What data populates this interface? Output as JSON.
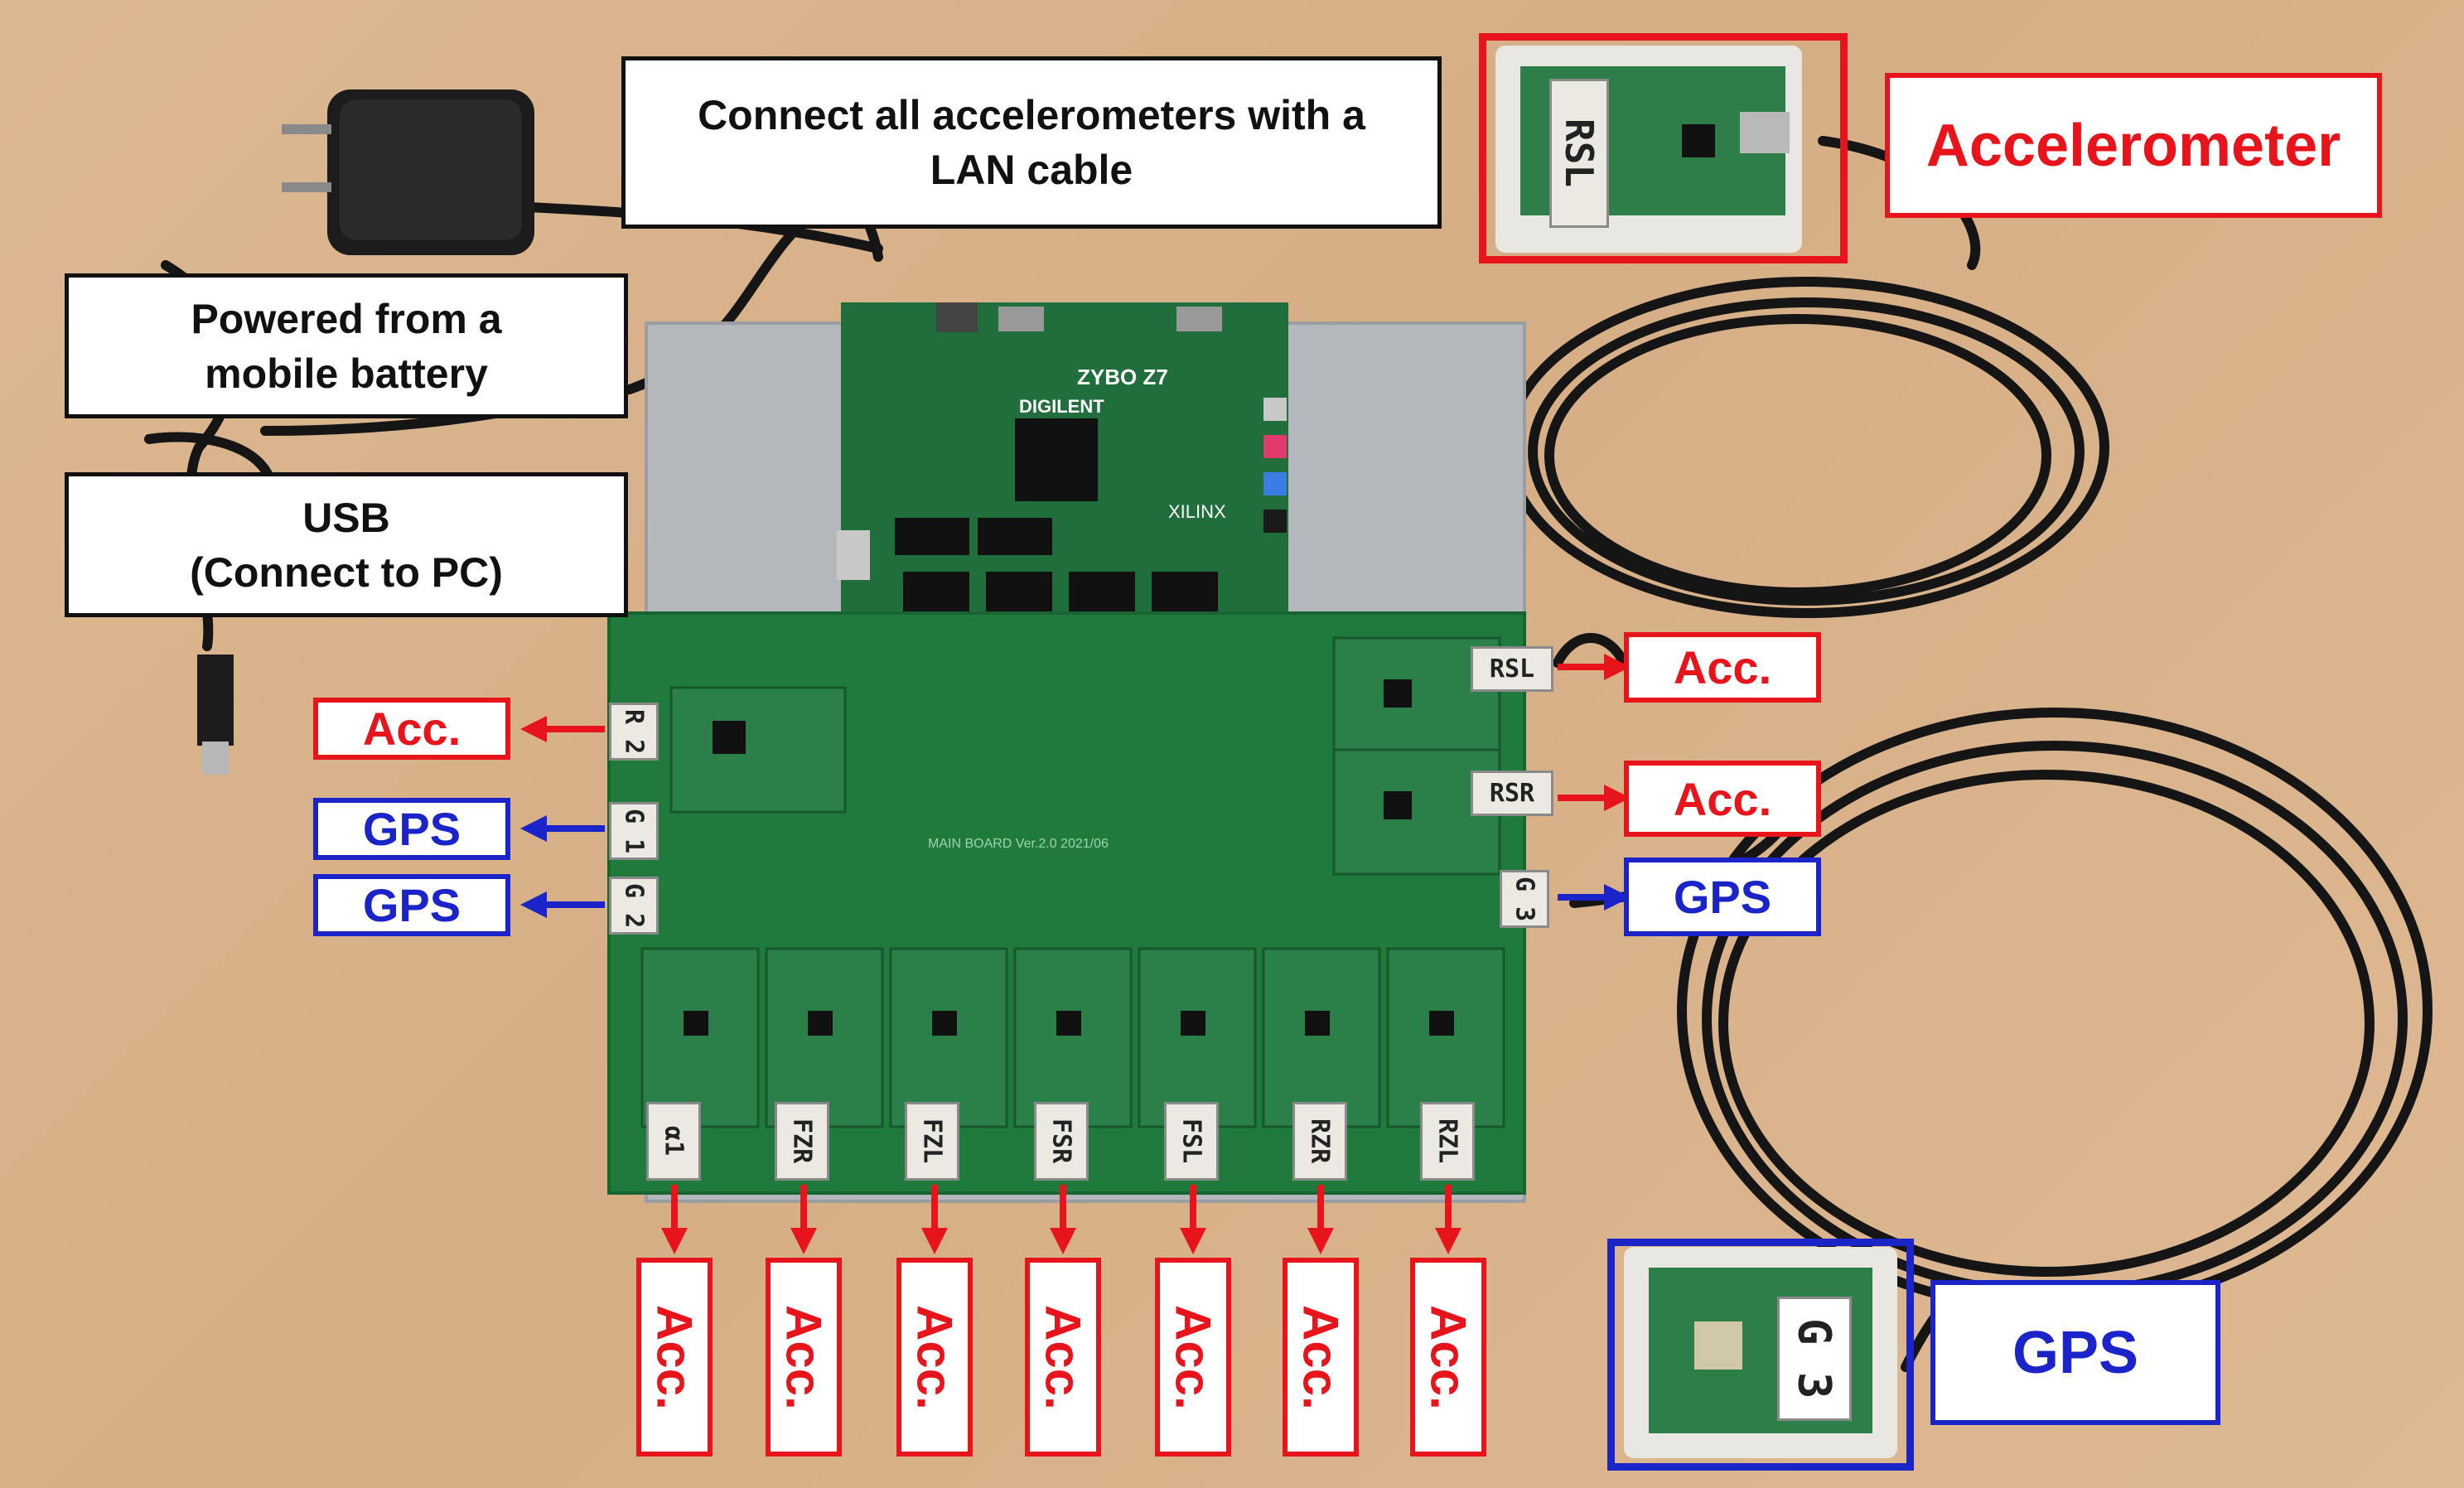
{
  "callouts": {
    "connect": "Connect all accelerometers with a LAN cable",
    "power": "Powered from a mobile battery",
    "usb_line1": "USB",
    "usb_line2": "(Connect to PC)",
    "accelerometer": "Accelerometer",
    "gps_module": "GPS"
  },
  "acc_label": "Acc.",
  "gps_label": "GPS",
  "sensor_tags": [
    "α1",
    "FZR",
    "FZL",
    "FSR",
    "FSL",
    "RZR",
    "RZL"
  ],
  "side_tags": {
    "rsl": "RSL",
    "rsr": "RSR",
    "g3": "G 3",
    "g1": "G 1",
    "g2": "G 2",
    "r2": "R 2"
  },
  "module_tags": {
    "rsl": "RSL",
    "g3": "G 3"
  },
  "board_text": {
    "brand": "ZYBO Z7",
    "vendor": "DIGILENT",
    "chip": "XILINX",
    "main": "MAIN BOARD Ver.2.0 2021/06"
  },
  "colors": {
    "red": "#e8141c",
    "blue": "#1a24c8",
    "pcb": "#1f7a3e"
  }
}
